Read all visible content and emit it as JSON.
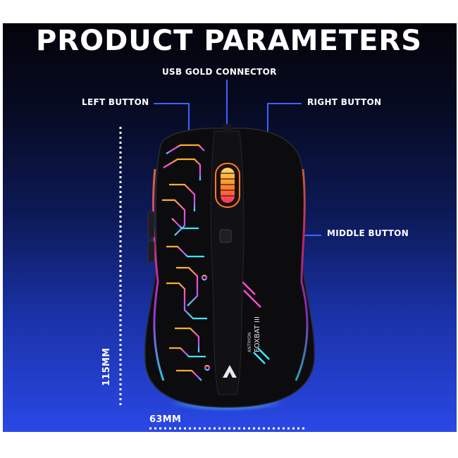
{
  "title": "PRODUCT PARAMETERS",
  "callouts": {
    "usb": "USB GOLD CONNECTOR",
    "left": "LEFT BUTTON",
    "right": "RIGHT BUTTON",
    "middle": "MIDDLE BUTTON"
  },
  "dimensions": {
    "height": "115MM",
    "width": "63MM"
  },
  "mouse_branding": {
    "line1": "ANTRYON",
    "line2": "FOXBAT III"
  },
  "colors": {
    "background_top": "#03040a",
    "background_bottom": "#2a48e6",
    "callout_line": "#3c64ff",
    "dimension_dots": "#ffffff"
  },
  "icons": [
    "antryon-logo-icon"
  ]
}
